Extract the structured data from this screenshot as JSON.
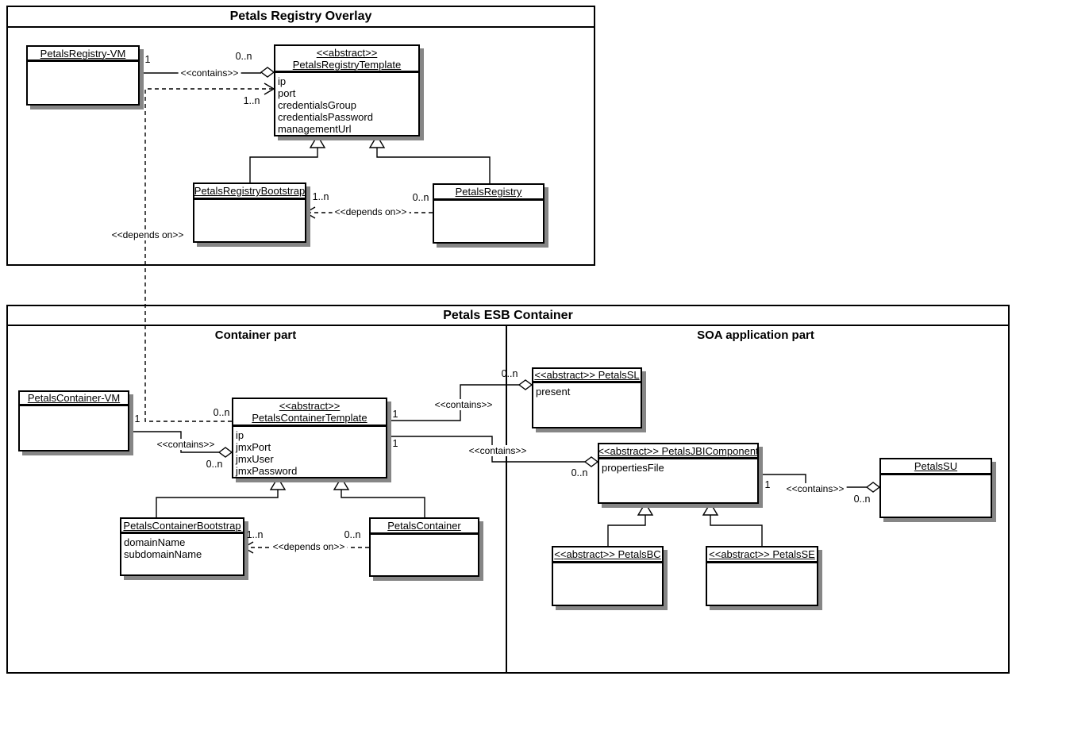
{
  "packages": {
    "registry_overlay": {
      "title": "Petals Registry Overlay"
    },
    "esb_container": {
      "title": "Petals ESB Container",
      "sections": {
        "container": "Container part",
        "soa": "SOA application part"
      }
    }
  },
  "classes": [
    {
      "title_lines": [
        "PetalsRegistry-VM"
      ],
      "attributes": []
    },
    {
      "title_lines": [
        "<<abstract>>",
        "PetalsRegistryTemplate"
      ],
      "attributes": [
        "ip",
        "port",
        "credentialsGroup",
        "credentialsPassword",
        "managementUrl"
      ]
    },
    {
      "title_lines": [
        "PetalsRegistryBootstrap"
      ],
      "attributes": []
    },
    {
      "title_lines": [
        "PetalsRegistry"
      ],
      "attributes": []
    },
    {
      "title_lines": [
        "PetalsContainer-VM"
      ],
      "attributes": []
    },
    {
      "title_lines": [
        "<<abstract>>",
        "PetalsContainerTemplate"
      ],
      "attributes": [
        "ip",
        "jmxPort",
        "jmxUser",
        "jmxPassword"
      ]
    },
    {
      "title_lines": [
        "PetalsContainerBootstrap"
      ],
      "attributes": [
        "domainName",
        "subdomainName"
      ]
    },
    {
      "title_lines": [
        "PetalsContainer"
      ],
      "attributes": []
    },
    {
      "title_lines": [
        "<<abstract>> PetalsSL"
      ],
      "attributes": [
        "present"
      ]
    },
    {
      "title_lines": [
        "<<abstract>> PetalsJBIComponent"
      ],
      "attributes": [
        "propertiesFile"
      ]
    },
    {
      "title_lines": [
        "PetalsSU"
      ],
      "attributes": []
    },
    {
      "title_lines": [
        "<<abstract>> PetalsBC"
      ],
      "attributes": []
    },
    {
      "title_lines": [
        "<<abstract>> PetalsSE"
      ],
      "attributes": []
    }
  ],
  "connections": {
    "vm_contains_registry_template": {
      "label": "<<contains>>",
      "m1": "1",
      "m2": "0..n"
    },
    "ctemplate_depends_rtemplate": {
      "label": "<<depends on>>",
      "m1": "0..n",
      "m2": "1..n"
    },
    "registry_depends_bootstrap": {
      "label": "<<depends on>>",
      "m1": "0..n",
      "m2": "1..n"
    },
    "container_vm_contains_ctemplate": {
      "label": "<<contains>>",
      "m1": "1",
      "m2": "0..n"
    },
    "ctemplate_contains_sl": {
      "label": "<<contains>>",
      "m1": "1",
      "m2": "0..n"
    },
    "ctemplate_contains_jbi": {
      "label": "<<contains>>",
      "m1": "1",
      "m2": "0..n"
    },
    "jbi_contains_su": {
      "label": "<<contains>>",
      "m1": "1",
      "m2": "0..n"
    },
    "container_depends_cbootstrap": {
      "label": "<<depends on>>",
      "m1": "0..n",
      "m2": "1..n"
    }
  }
}
